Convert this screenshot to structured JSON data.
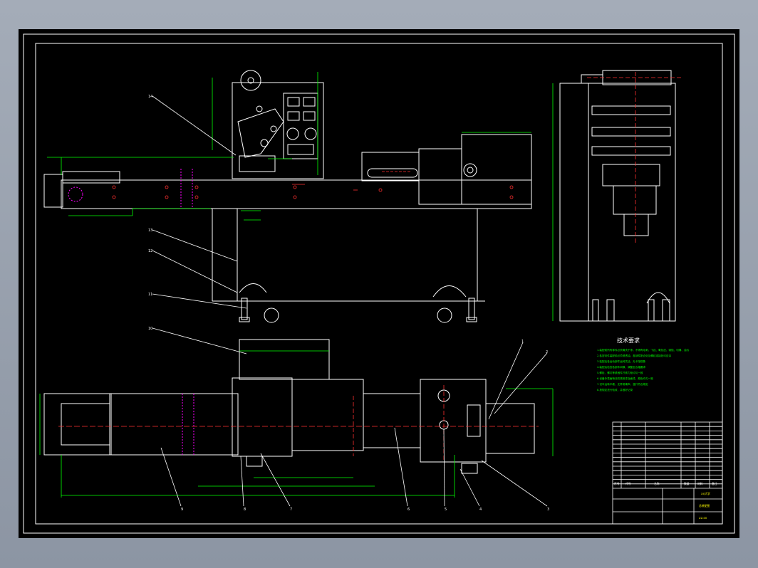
{
  "drawing": {
    "technical_requirements_title": "技术要求",
    "technical_requirements": [
      "1.装配前所有零件必须清洗干净，不得有毛刺、飞边、氧化皮、锈蚀、切屑、油污",
      "2.各密封件装配前必须浸透油，各部件配合处及螺纹连接处均应涂",
      "3.装配后各运动部件运转灵活，无卡阻现象",
      "4.装配后检查各部件间隙，调整至合格要求",
      "5.螺栓、螺钉等紧固件拧紧力矩均匀一致",
      "6.设备外表面喷涂防锈底漆及面漆，颜色均匀一致",
      "7.试车运转平稳，无异常噪声，温升符合规定",
      "8.按规定进行验收，并做好记录"
    ],
    "balloons_top": [
      "14",
      "13",
      "12",
      "11"
    ],
    "balloon_plan_top": "10",
    "balloons_bottom": [
      "9",
      "8",
      "7",
      "6",
      "5",
      "4",
      "3"
    ],
    "balloons_right": [
      "1",
      "2"
    ],
    "title_block": {
      "school": "XX大学",
      "drawing_name": "总装配图",
      "drawing_no": "ZZ-00",
      "header_cols": [
        "序号",
        "代号",
        "名称",
        "数量",
        "材料",
        "备注"
      ]
    }
  }
}
